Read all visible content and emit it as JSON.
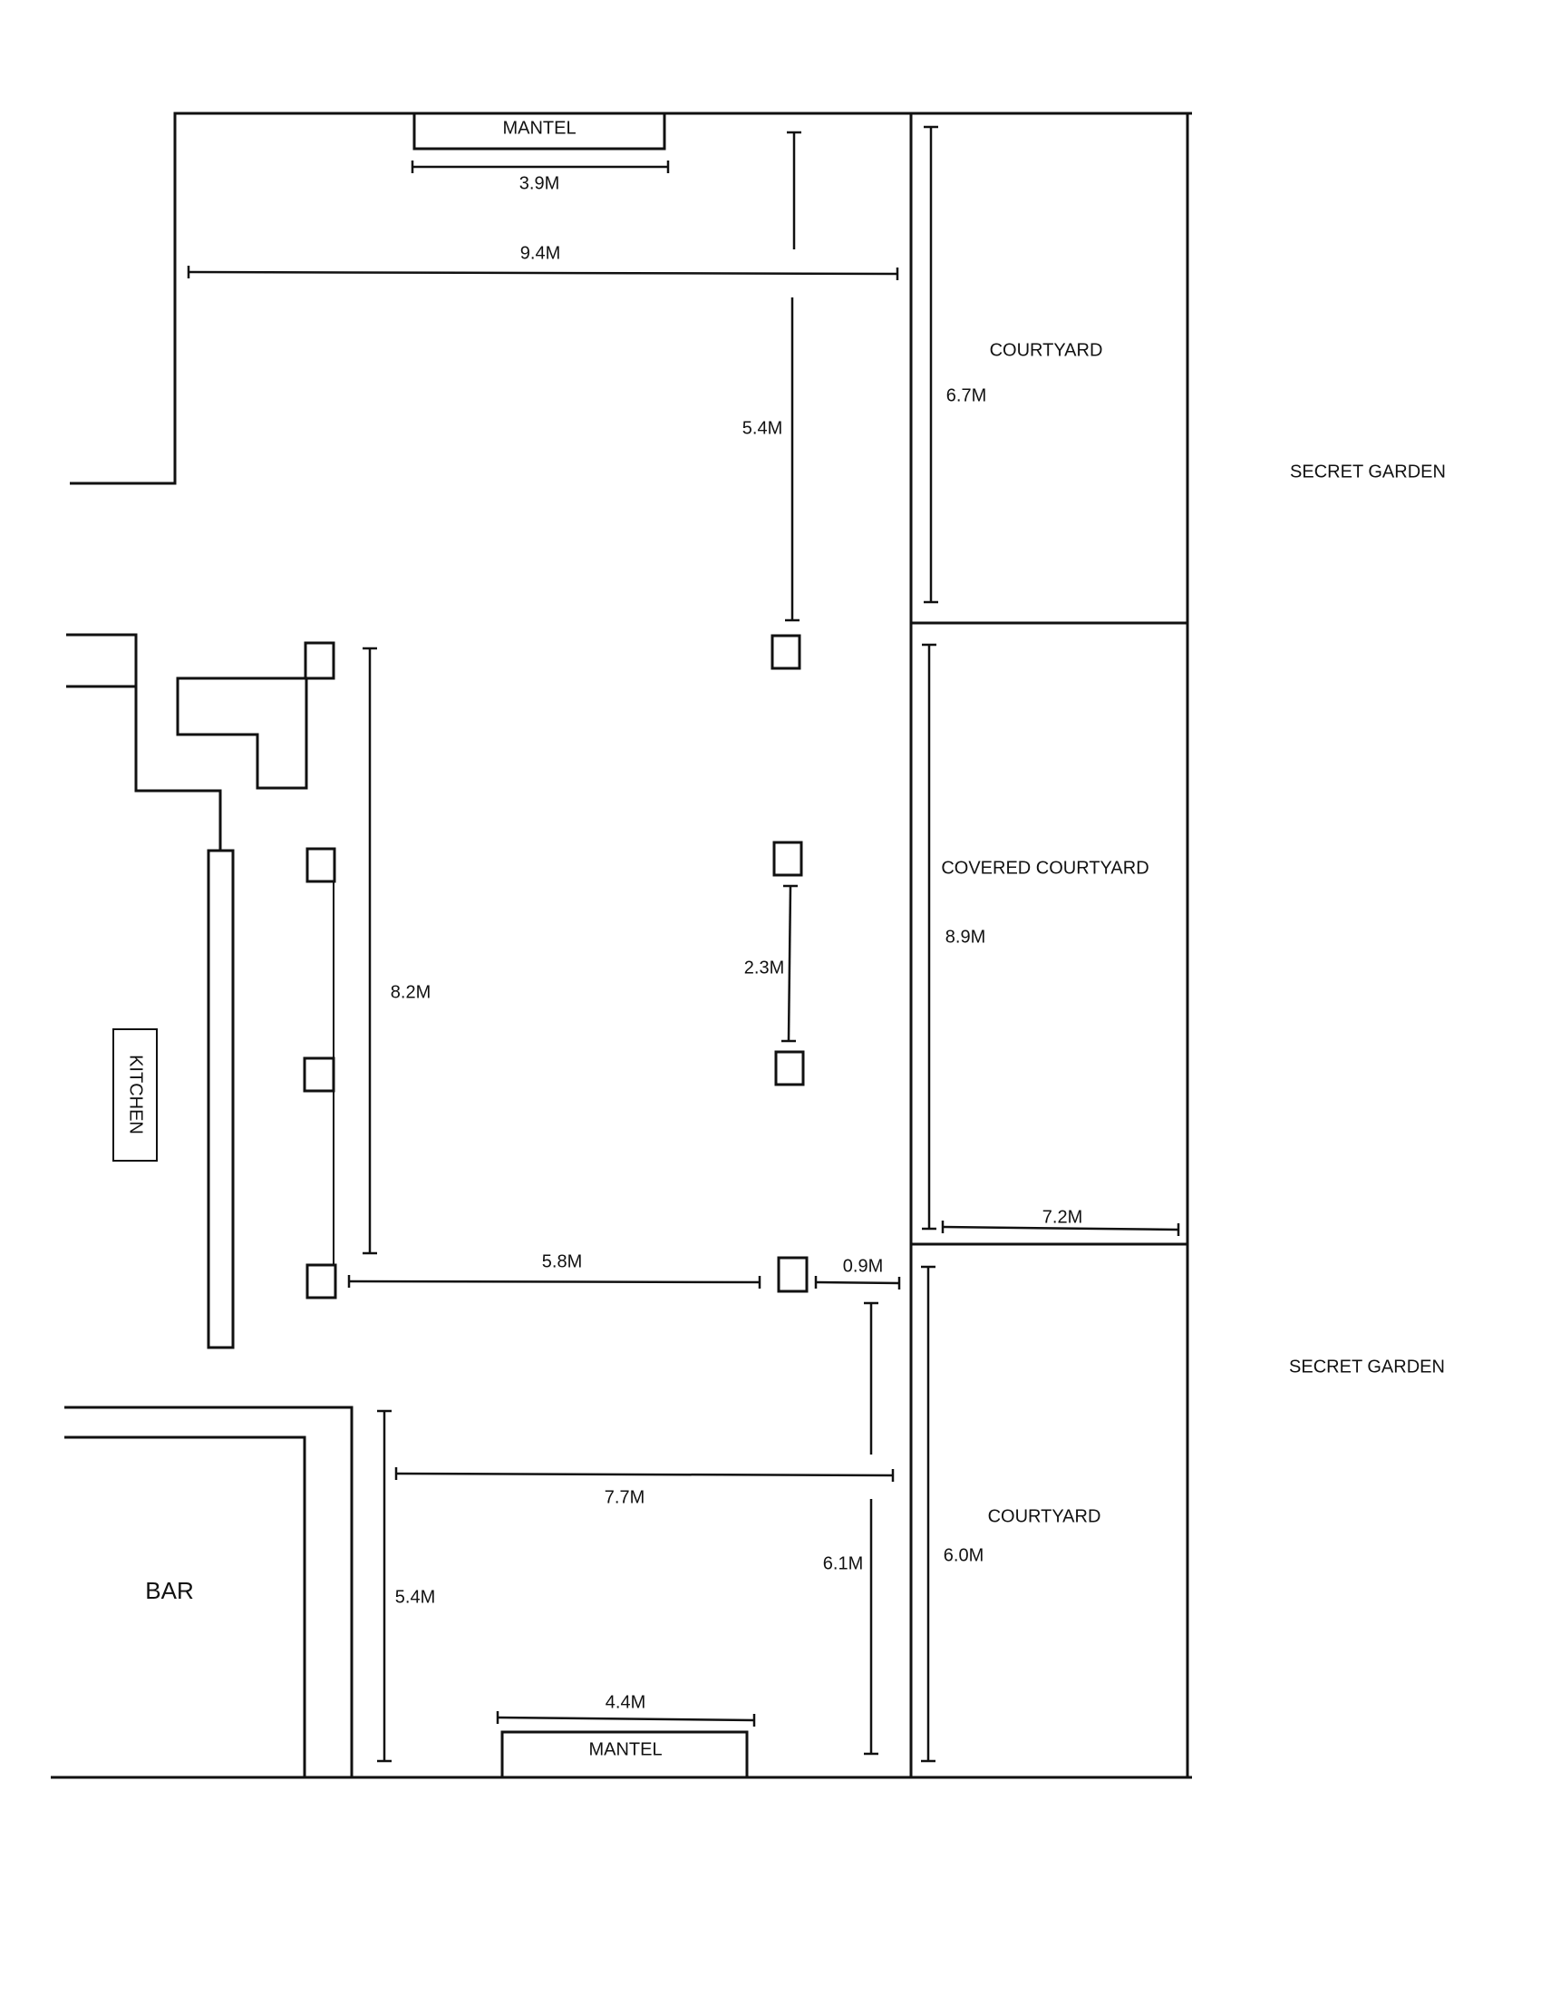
{
  "labels": {
    "mantel_top": "MANTEL",
    "mantel_bottom": "MANTEL",
    "courtyard_top": "COURTYARD",
    "covered_courtyard": "COVERED COURTYARD",
    "courtyard_bottom": "COURTYARD",
    "secret_garden_top": "SECRET GARDEN",
    "secret_garden_bottom": "SECRET GARDEN",
    "kitchen": "KITCHEN",
    "bar": "BAR"
  },
  "dimensions": {
    "mantel_top_width": "3.9M",
    "hall_width": "9.4M",
    "upper_depth": "5.4M",
    "courtyard_top_height": "6.7M",
    "left_columns_span": "8.2M",
    "column_spacing": "2.3M",
    "covered_courtyard_height": "8.9M",
    "covered_courtyard_width": "7.2M",
    "column_row_width": "5.8M",
    "column_to_wall": "0.9M",
    "lower_width": "7.7M",
    "lower_left_depth": "5.4M",
    "lower_right_depth": "6.1M",
    "courtyard_bottom_height": "6.0M",
    "mantel_bottom_width": "4.4M"
  }
}
